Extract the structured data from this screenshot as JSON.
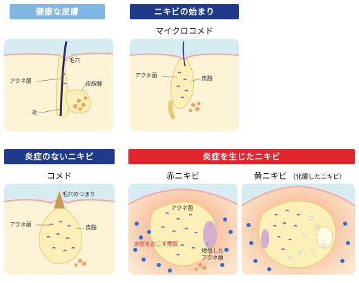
{
  "panels": {
    "healthy": {
      "title": "健康な皮膚",
      "labels": {
        "pore": "毛穴",
        "acne_bacteria": "アクネ菌",
        "sebaceous_gland": "皮脂腺",
        "hair": "毛"
      }
    },
    "start": {
      "title": "ニキビの始まり",
      "subtitle": "マイクロコメド",
      "labels": {
        "acne_bacteria": "アクネ菌",
        "sebum": "皮脂"
      }
    },
    "noninflamed": {
      "title": "炎症のないニキビ",
      "subtitle": "コメド",
      "labels": {
        "pore_plug": "毛穴のつまり",
        "acne_bacteria": "アクネ菌",
        "sebum": "皮脂"
      }
    },
    "inflamed": {
      "title": "炎症を生じたニキビ",
      "red": {
        "subtitle": "赤ニキビ",
        "labels": {
          "acne_bacteria": "アクネ菌",
          "inflammatory_substance": "炎症をおこす物質",
          "proliferated_line1": "増殖した",
          "proliferated_line2": "アクネ菌"
        }
      },
      "yellow": {
        "subtitle": "黄ニキビ",
        "subtitle_note": "（化膿したニキビ）"
      }
    }
  },
  "colors": {
    "header_light": "#7fb6e4",
    "header_dark": "#1f3a8a",
    "header_red": "#e2262e",
    "skin_bg": "#fdf3d6",
    "skin_top": "#d6ecf1",
    "bacteria": "#7b4aa8",
    "sebum": "#fbf0b7"
  }
}
